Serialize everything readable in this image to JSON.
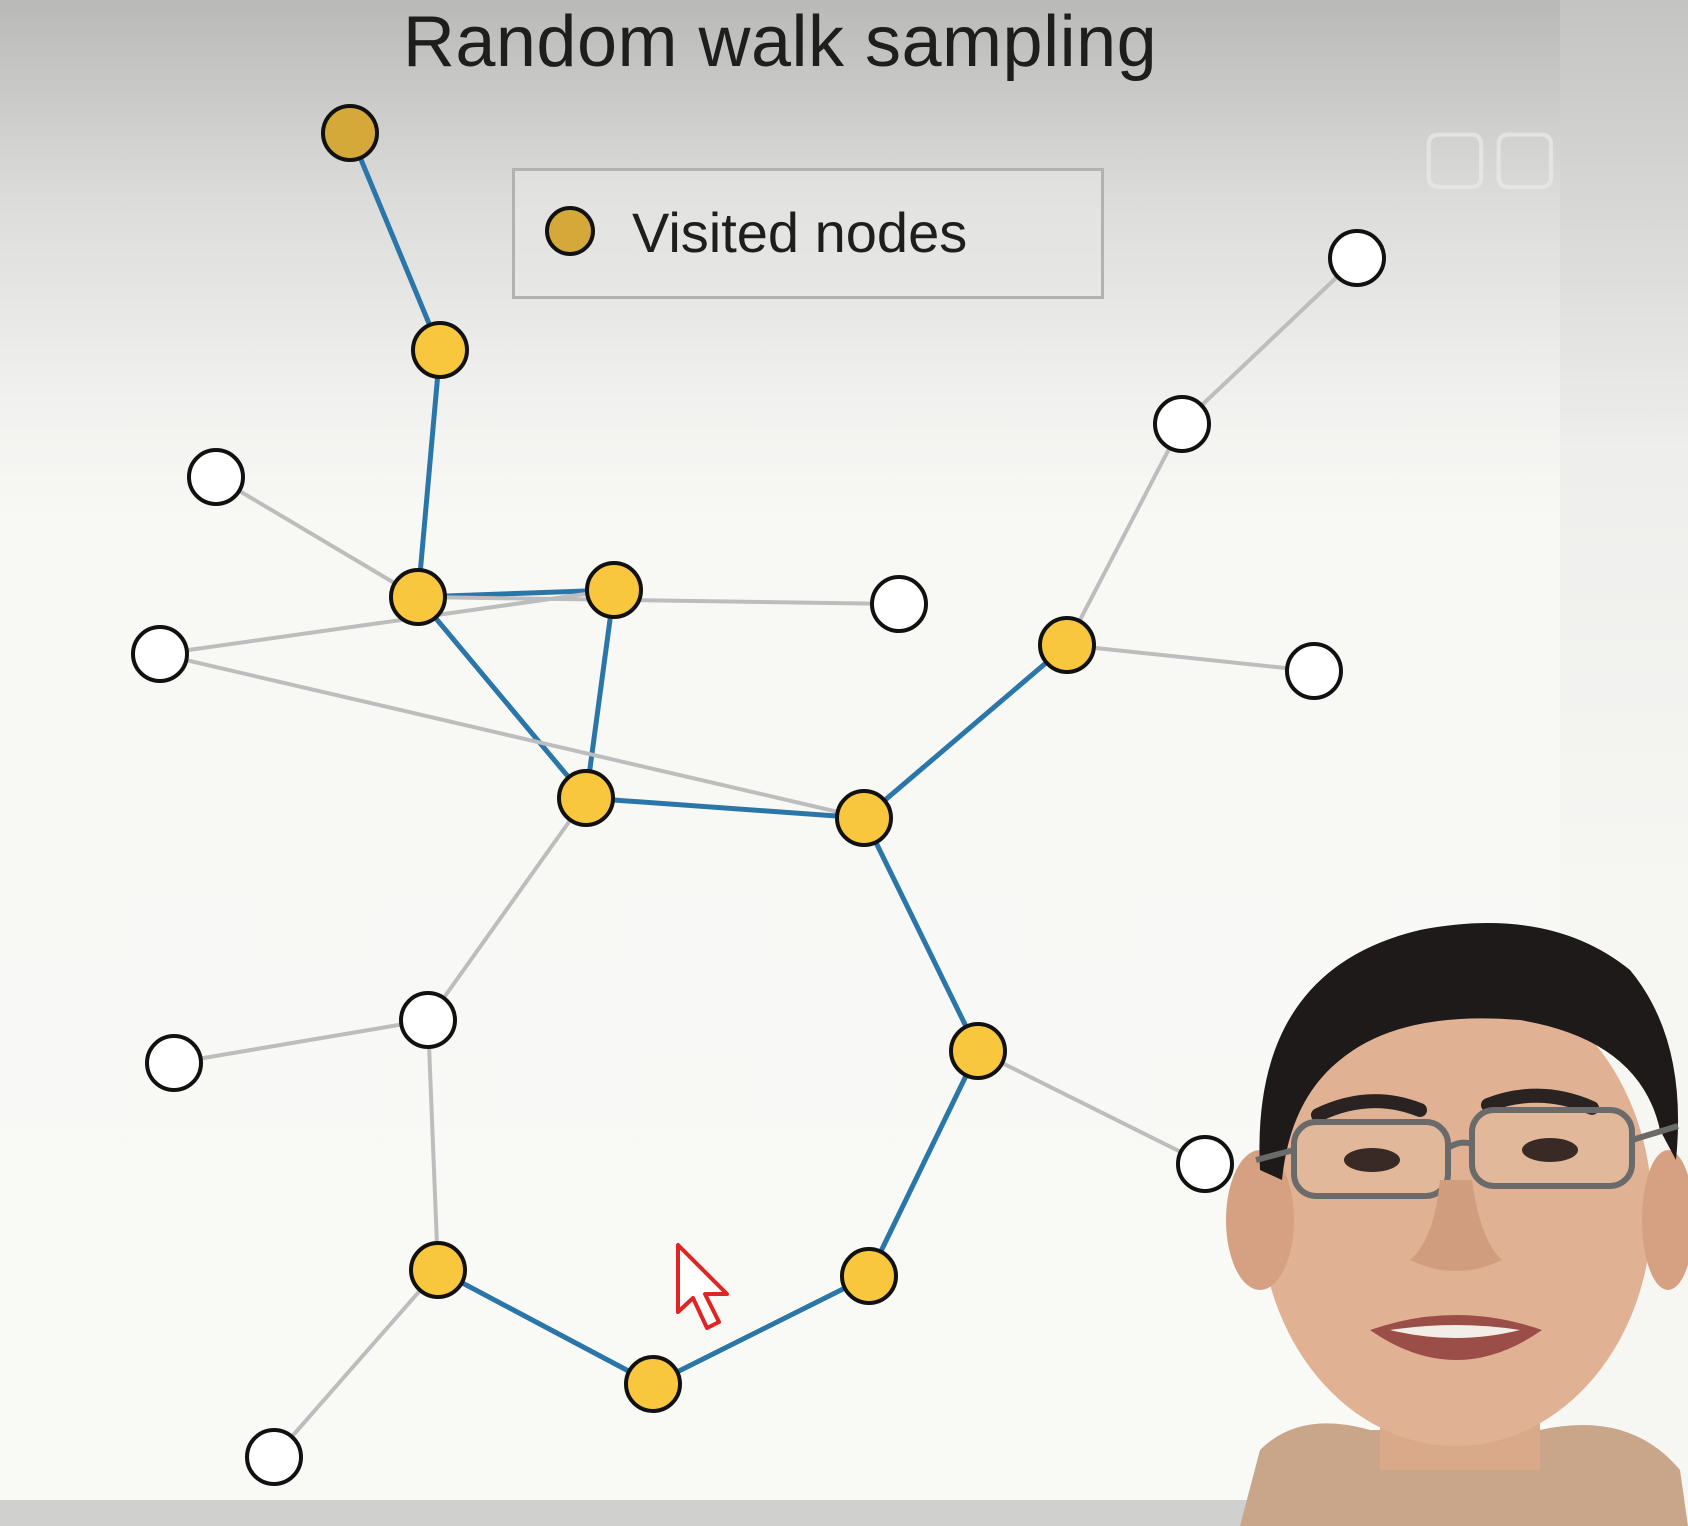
{
  "slide": {
    "title": "Random walk sampling",
    "legend": {
      "label": "Visited nodes",
      "marker_color": "#d4a93a"
    }
  },
  "colors": {
    "visited_fill": "#f8c73e",
    "visited_start_fill": "#d4a93a",
    "unvisited_fill": "#ffffff",
    "node_stroke": "#111111",
    "walk_edge": "#2b76a9",
    "plain_edge": "#bdbdbd"
  },
  "graph": {
    "nodes": [
      {
        "id": "n1",
        "visited": true,
        "start": true
      },
      {
        "id": "n2",
        "visited": true
      },
      {
        "id": "n3",
        "visited": false
      },
      {
        "id": "n4",
        "visited": true
      },
      {
        "id": "n5",
        "visited": true
      },
      {
        "id": "n6",
        "visited": false
      },
      {
        "id": "n7",
        "visited": false
      },
      {
        "id": "n8",
        "visited": true
      },
      {
        "id": "n9",
        "visited": true
      },
      {
        "id": "n10",
        "visited": false
      },
      {
        "id": "n11",
        "visited": false
      },
      {
        "id": "n12",
        "visited": false
      },
      {
        "id": "n13",
        "visited": false
      },
      {
        "id": "n14",
        "visited": true
      },
      {
        "id": "n15",
        "visited": false
      },
      {
        "id": "n16",
        "visited": false
      },
      {
        "id": "n17",
        "visited": true
      },
      {
        "id": "n18",
        "visited": false
      },
      {
        "id": "n19",
        "visited": true
      },
      {
        "id": "n20",
        "visited": true
      },
      {
        "id": "n21",
        "visited": true
      },
      {
        "id": "n22",
        "visited": false
      }
    ],
    "edges": [
      {
        "s": "n1",
        "t": "n2",
        "walk": true
      },
      {
        "s": "n2",
        "t": "n4",
        "walk": true
      },
      {
        "s": "n3",
        "t": "n4",
        "walk": false
      },
      {
        "s": "n4",
        "t": "n5",
        "walk": true
      },
      {
        "s": "n4",
        "t": "n7",
        "walk": false
      },
      {
        "s": "n4",
        "t": "n8",
        "walk": true
      },
      {
        "s": "n5",
        "t": "n8",
        "walk": true
      },
      {
        "s": "n5",
        "t": "n6",
        "walk": false
      },
      {
        "s": "n6",
        "t": "n9",
        "walk": false
      },
      {
        "s": "n8",
        "t": "n9",
        "walk": true
      },
      {
        "s": "n9",
        "t": "n14",
        "walk": true
      },
      {
        "s": "n14",
        "t": "n11",
        "walk": false
      },
      {
        "s": "n11",
        "t": "n10",
        "walk": false
      },
      {
        "s": "n14",
        "t": "n15",
        "walk": false
      },
      {
        "s": "n8",
        "t": "n16",
        "walk": false
      },
      {
        "s": "n16",
        "t": "n18",
        "walk": false
      },
      {
        "s": "n16",
        "t": "n19",
        "walk": false
      },
      {
        "s": "n9",
        "t": "n17",
        "walk": true
      },
      {
        "s": "n17",
        "t": "n12",
        "walk": false
      },
      {
        "s": "n17",
        "t": "n21",
        "walk": true
      },
      {
        "s": "n21",
        "t": "n20",
        "walk": true
      },
      {
        "s": "n20",
        "t": "n19",
        "walk": true
      },
      {
        "s": "n19",
        "t": "n22",
        "walk": false
      }
    ]
  }
}
